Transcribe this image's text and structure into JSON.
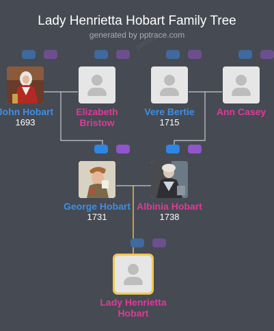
{
  "header": {
    "title": "Lady Henrietta Hobart Family Tree",
    "subtitle": "generated by pptrace.com",
    "watermark": "pptrace"
  },
  "people": {
    "john": {
      "name": "John Hobart",
      "year": "1693",
      "portrait": "man-in-red-robe-portrait"
    },
    "elizabeth": {
      "name": "Elizabeth Bristow",
      "year": ""
    },
    "vere": {
      "name": "Vere Bertie",
      "year": "1715"
    },
    "ann": {
      "name": "Ann Casey",
      "year": ""
    },
    "george": {
      "name": "George Hobart",
      "year": "1731",
      "portrait": "man-in-cap-portrait"
    },
    "albinia": {
      "name": "Albinia Hobart",
      "year": "1738",
      "portrait": "woman-in-dark-dress-portrait"
    },
    "henrietta": {
      "name": "Lady Henrietta Hobart",
      "year": ""
    }
  },
  "colors": {
    "male": "#3d8fe6",
    "female": "#e0399a",
    "line": "#c9ccd1",
    "focus_line": "#f0c850"
  }
}
